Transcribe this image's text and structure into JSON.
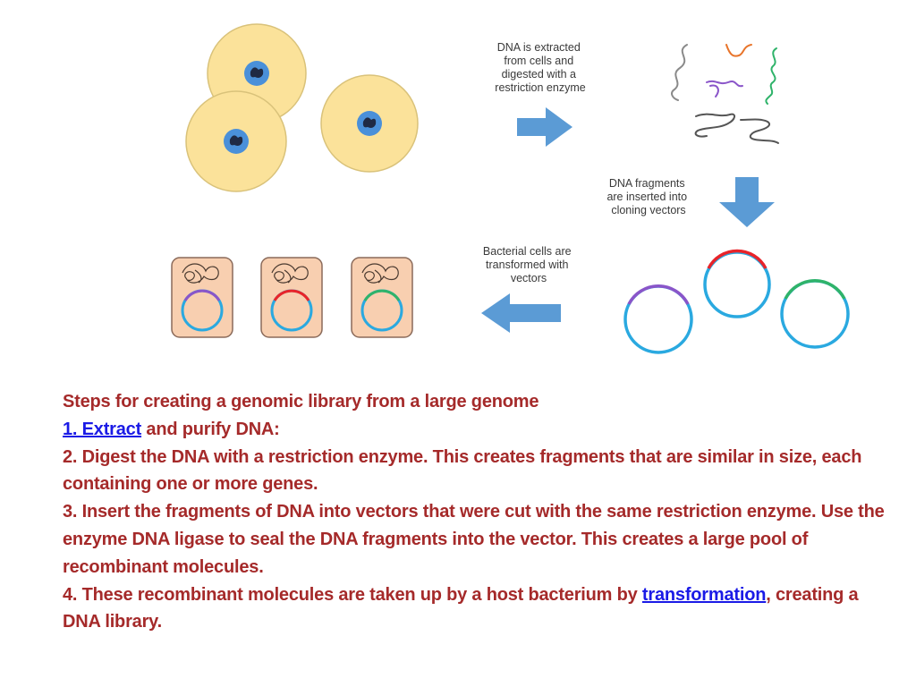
{
  "captions": {
    "extract": [
      "DNA is extracted",
      "from cells and",
      "digested with a",
      "restriction enzyme"
    ],
    "insert": [
      "DNA fragments",
      "are inserted into",
      "cloning vectors"
    ],
    "transform": [
      "Bacterial cells are",
      "transformed with",
      "vectors"
    ]
  },
  "text": {
    "heading": "Steps for creating a genomic library from a large genome",
    "step1_link": "1. Extract",
    "step1_rest": " and purify DNA:",
    "step2": "2. Digest the DNA with a restriction enzyme. This creates fragments that are similar in size, each containing one or more genes.",
    "step3": "3. Insert the fragments of DNA into vectors that were cut with the same restriction enzyme. Use the enzyme DNA ligase to seal the DNA fragments into the vector. This creates a large pool of recombinant molecules.",
    "step4_start": "4. These recombinant molecules are taken up by a host bacterium by ",
    "step4_link": "transformation",
    "step4_end": ", creating a DNA library."
  },
  "colors": {
    "text_main": "#a52a2a",
    "link": "#1a1ae6",
    "cell_fill": "#fbe29a",
    "nucleus": "#4a90d9",
    "arrow": "#5b9bd5",
    "bacterium_fill": "#f8cfb0",
    "vector_ring": "#2aa9e0",
    "insert_purple": "#8a55c9",
    "insert_red": "#e8242a",
    "insert_green": "#2fb36a"
  }
}
